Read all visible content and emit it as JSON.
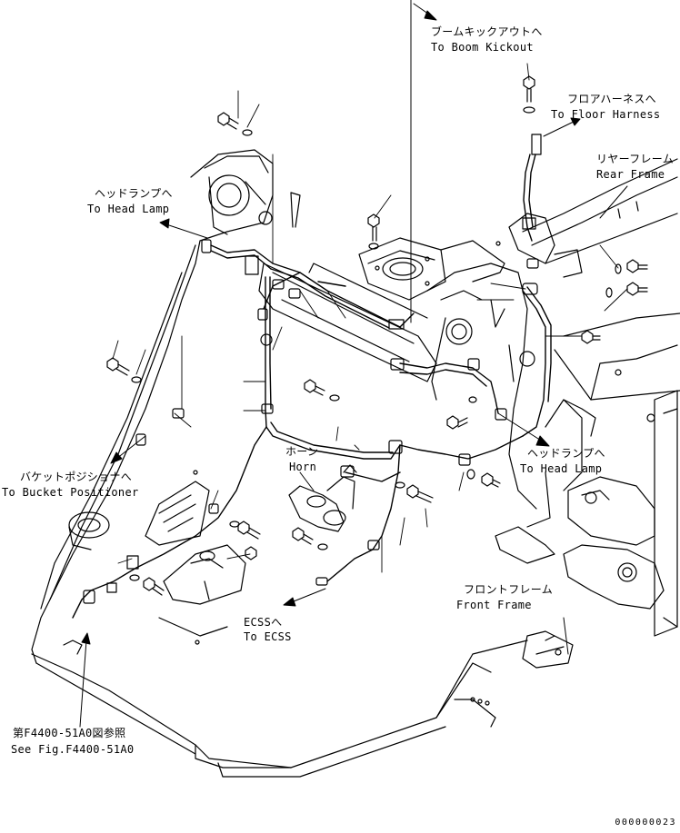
{
  "labels": {
    "boom_kickout_jp": "ブームキックアウトへ",
    "boom_kickout_en": "To Boom Kickout",
    "floor_harness_jp": "フロアハーネスへ",
    "floor_harness_en": "To Floor Harness",
    "rear_frame_jp": "リヤーフレーム",
    "rear_frame_en": "Rear Frame",
    "head_lamp_left_jp": "ヘッドランプへ",
    "head_lamp_left_en": "To Head Lamp",
    "head_lamp_right_jp": "ヘッドランプへ",
    "head_lamp_right_en": "To Head Lamp",
    "bucket_positioner_jp": "バケットポジショナへ",
    "bucket_positioner_en": "To Bucket Positioner",
    "horn_jp": "ホーン",
    "horn_en": "Horn",
    "ecss_jp": "ECSSへ",
    "ecss_en": "To ECSS",
    "front_frame_jp": "フロントフレーム",
    "front_frame_en": "Front Frame",
    "see_fig_jp": "第F4400-51A0図参照",
    "see_fig_en": "See Fig.F4400-51A0"
  },
  "drawing_code": "000000023"
}
